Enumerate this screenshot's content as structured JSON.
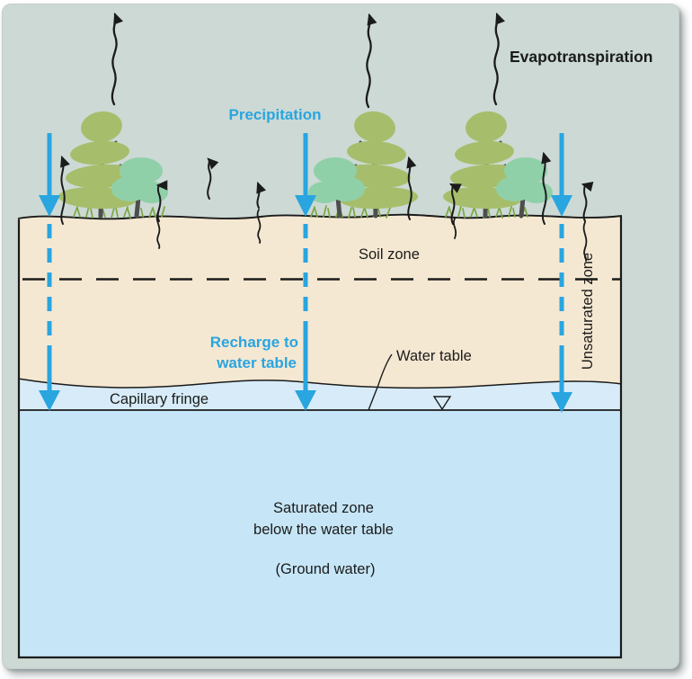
{
  "figure": {
    "description": "Ground-water zones cross-section diagram"
  },
  "labels": {
    "evapotranspiration": "Evapotranspiration",
    "precipitation": "Precipitation",
    "soil_zone": "Soil zone",
    "unsaturated_zone": "Unsaturated zone",
    "recharge_line1": "Recharge to",
    "recharge_line2": "water table",
    "water_table": "Water table",
    "capillary_fringe": "Capillary fringe",
    "saturated_line1": "Saturated zone",
    "saturated_line2": "below the water table",
    "ground_water": "(Ground water)"
  },
  "colors": {
    "background": "#ccd9d4",
    "soil": "#f5e8d2",
    "capillary": "#d7ecf8",
    "saturated": "#c6e6f7",
    "arrow_blue": "#29a5e0",
    "ink": "#1b1b1b",
    "foliage_olive": "#a6be6b",
    "foliage_teal": "#8fd0a9",
    "trunk": "#4e4e4e",
    "grass": "#7ca743"
  }
}
